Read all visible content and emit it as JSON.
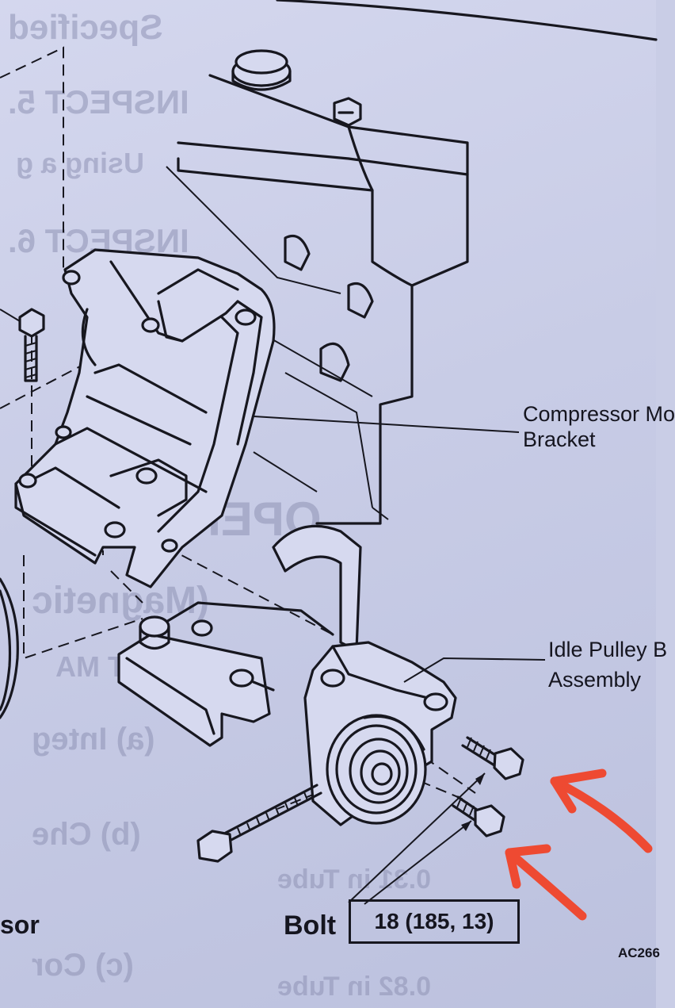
{
  "labels": {
    "compressor_bracket_line1": "Compressor Mo",
    "compressor_bracket_line2": "Bracket",
    "idle_pulley_line1": "Idle Pulley B",
    "idle_pulley_line2": "Assembly",
    "bolt": "Bolt",
    "bolt_torque": "18 (185, 13)",
    "figure_code": "AC266",
    "left_fragment": "sor"
  },
  "annotation": {
    "arrow_color": "#ee4a32",
    "arrow_count": 2
  },
  "colors": {
    "paper": "#c9cde6",
    "ink": "#17171f",
    "bleed_through": "#8f93b5"
  }
}
